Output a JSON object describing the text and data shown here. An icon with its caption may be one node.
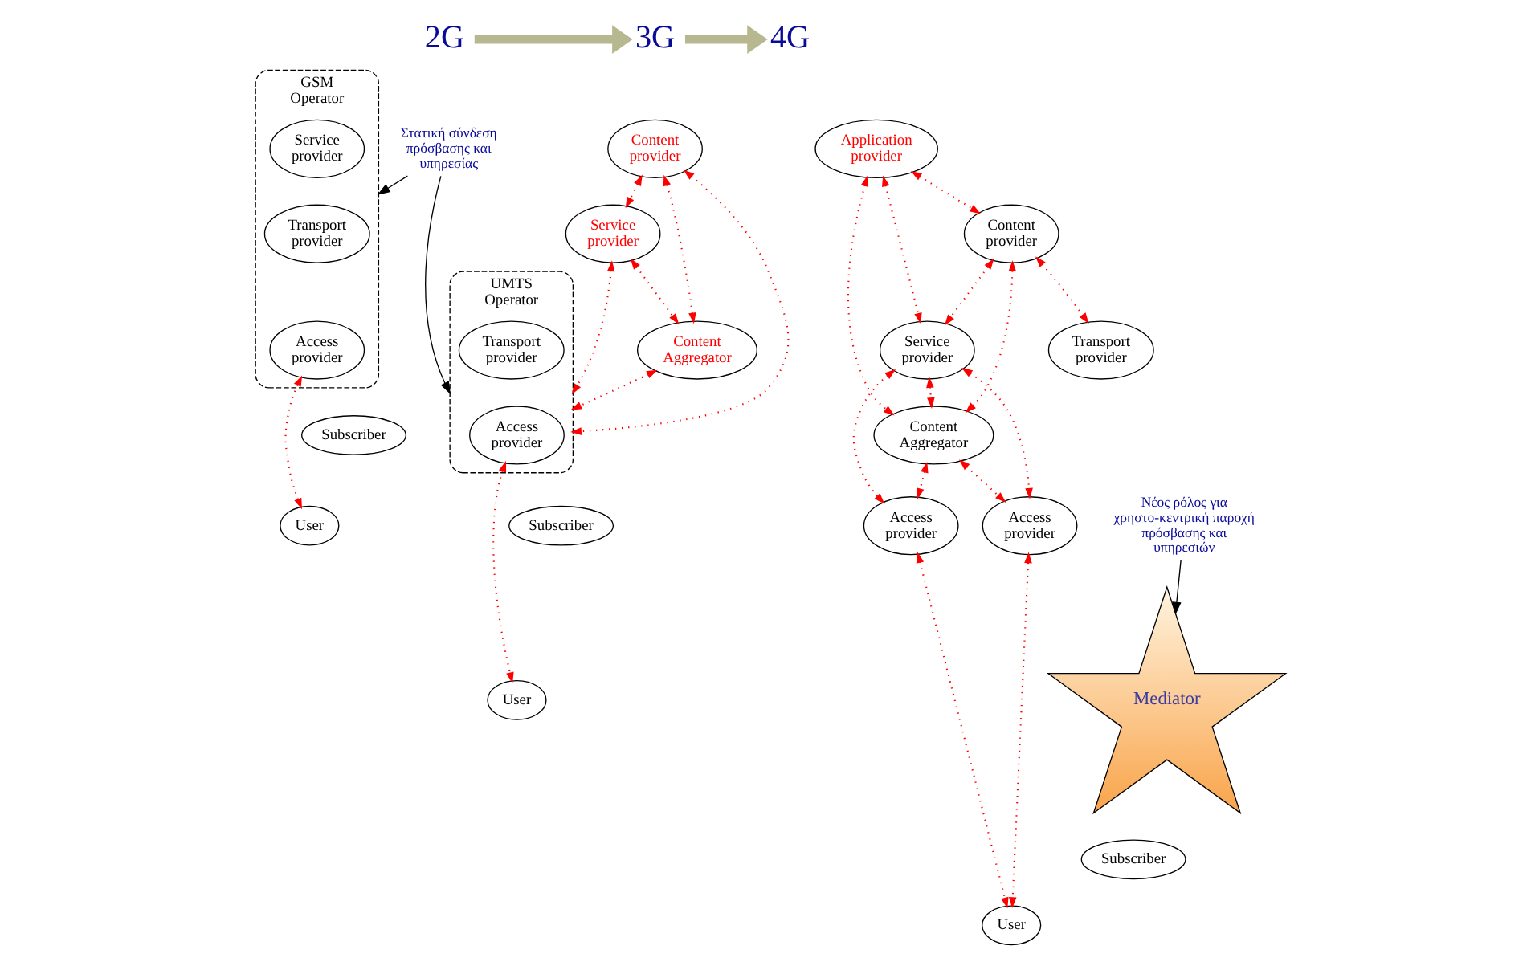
{
  "diagram": {
    "nodes": [
      {
        "text": [
          "2G"
        ]
      },
      {
        "text": [
          "3G"
        ]
      },
      {
        "text": [
          "4G"
        ]
      },
      {
        "text": [
          "GSM Operator"
        ]
      },
      {
        "text": [
          "Service provider"
        ],
        "in": 3
      },
      {
        "text": [
          "Transport provider"
        ],
        "in": 3
      },
      {
        "text": [
          "Access provider"
        ],
        "in": 3
      },
      {
        "text": [
          "Subscriber"
        ]
      },
      {
        "text": [
          "User"
        ]
      },
      {
        "text": [
          "Στατική σύνδεση πρόσβασης και υπηρεσίας"
        ]
      },
      {
        "text": [
          "Content provider"
        ]
      },
      {
        "text": [
          "Service provider"
        ]
      },
      {
        "text": [
          "Content Aggregator"
        ]
      },
      {
        "text": [
          "UMTS Operator"
        ]
      },
      {
        "text": [
          "Transport provider"
        ],
        "in": 13
      },
      {
        "text": [
          "Access provider"
        ],
        "in": 13
      },
      {
        "text": [
          "Subscriber"
        ]
      },
      {
        "text": [
          "User"
        ]
      },
      {
        "text": [
          "Application provider"
        ]
      },
      {
        "text": [
          "Content provider"
        ]
      },
      {
        "text": [
          "Service provider"
        ]
      },
      {
        "text": [
          "Content Aggregator"
        ]
      },
      {
        "text": [
          "Transport provider"
        ]
      },
      {
        "text": [
          "Access provider"
        ]
      },
      {
        "text": [
          "Access provider"
        ]
      },
      {
        "text": [
          "Mediator"
        ]
      },
      {
        "text": [
          "Subscriber"
        ]
      },
      {
        "text": [
          "User"
        ]
      },
      {
        "text": [
          "Νέος ρόλος για χρηστο-κεντρική παροχή πρόσβασης και υπηρεσιών"
        ]
      }
    ],
    "edges": [
      {
        "from": 0,
        "to": 1,
        "arrow": "to",
        "style": "thick",
        "color": "#b8b890"
      },
      {
        "from": 1,
        "to": 2,
        "arrow": "to",
        "style": "thick",
        "color": "#b8b890"
      },
      {
        "from": 6,
        "to": 8,
        "arrow": "both",
        "style": "dashed"
      },
      {
        "from": 9,
        "to": 3,
        "arrow": "to",
        "color": "#000000"
      },
      {
        "from": 9,
        "to": 13,
        "arrow": "to",
        "color": "#000000"
      },
      {
        "from": 10,
        "to": 11,
        "arrow": "both",
        "style": "dashed"
      },
      {
        "from": 10,
        "to": 12,
        "arrow": "both",
        "style": "dashed"
      },
      {
        "from": 11,
        "to": 12,
        "arrow": "both",
        "style": "dashed"
      },
      {
        "from": 10,
        "to": 13,
        "arrow": "both",
        "style": "dashed"
      },
      {
        "from": 11,
        "to": 13,
        "arrow": "both",
        "style": "dashed"
      },
      {
        "from": 12,
        "to": 13,
        "arrow": "both",
        "style": "dashed"
      },
      {
        "from": 15,
        "to": 17,
        "arrow": "both",
        "style": "dashed"
      },
      {
        "from": 18,
        "to": 20,
        "arrow": "both",
        "style": "dashed"
      },
      {
        "from": 18,
        "to": 19,
        "arrow": "both",
        "style": "dashed"
      },
      {
        "from": 18,
        "to": 21,
        "arrow": "both",
        "style": "dashed"
      },
      {
        "from": 19,
        "to": 20,
        "arrow": "both",
        "style": "dashed"
      },
      {
        "from": 19,
        "to": 21,
        "arrow": "both",
        "style": "dashed"
      },
      {
        "from": 19,
        "to": 22,
        "arrow": "both",
        "style": "dashed"
      },
      {
        "from": 20,
        "to": 21,
        "arrow": "both",
        "style": "dashed"
      },
      {
        "from": 20,
        "to": 24,
        "arrow": "both",
        "style": "dashed"
      },
      {
        "from": 21,
        "to": 23,
        "arrow": "both",
        "style": "dashed"
      },
      {
        "from": 20,
        "to": 23,
        "arrow": "both",
        "style": "dashed"
      },
      {
        "from": 21,
        "to": 24,
        "arrow": "both",
        "style": "dashed"
      },
      {
        "from": 23,
        "to": 27,
        "arrow": "both",
        "style": "dashed"
      },
      {
        "from": 24,
        "to": 27,
        "arrow": "both",
        "style": "dashed"
      },
      {
        "from": 28,
        "to": 25,
        "arrow": "to",
        "color": "#000000"
      }
    ]
  }
}
